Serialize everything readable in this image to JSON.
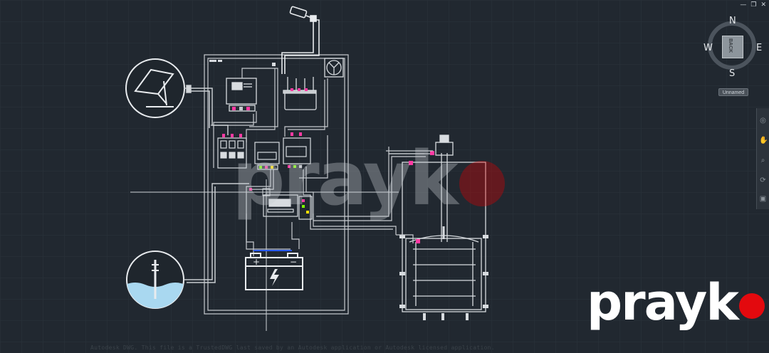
{
  "window": {
    "minimize_icon": "minimize-icon",
    "restore_icon": "restore-icon",
    "close_icon": "close-icon"
  },
  "viewcube": {
    "north": "N",
    "south": "S",
    "west": "W",
    "east": "E",
    "face": "BACK"
  },
  "ucs": {
    "label": "Unnamed"
  },
  "navbar": {
    "tools": [
      "steering-wheel-icon",
      "pan-icon",
      "zoom-icon",
      "orbit-icon",
      "showmotion-icon"
    ]
  },
  "footer": {
    "text": "Autodesk DWG. This file is a TrustedDWG last saved by an Autodesk application or Autodesk licensed application."
  },
  "branding": {
    "logo_text": "prayk",
    "watermark_text": "prayk",
    "dot_color": "#e3090e"
  },
  "colors": {
    "background": "#212830",
    "lines": "#c8ccd0",
    "grid": "#2b333b",
    "water": "#a9d8f0"
  },
  "diagram": {
    "components": [
      "solar-panel",
      "charge-controller",
      "wifi-router",
      "cooling-fan",
      "circuit-breakers",
      "relay-modules",
      "timer-display",
      "battery",
      "water-level-sensor",
      "water-tank",
      "security-camera"
    ],
    "battery_symbols": {
      "plus": "+",
      "minus": "−"
    }
  }
}
